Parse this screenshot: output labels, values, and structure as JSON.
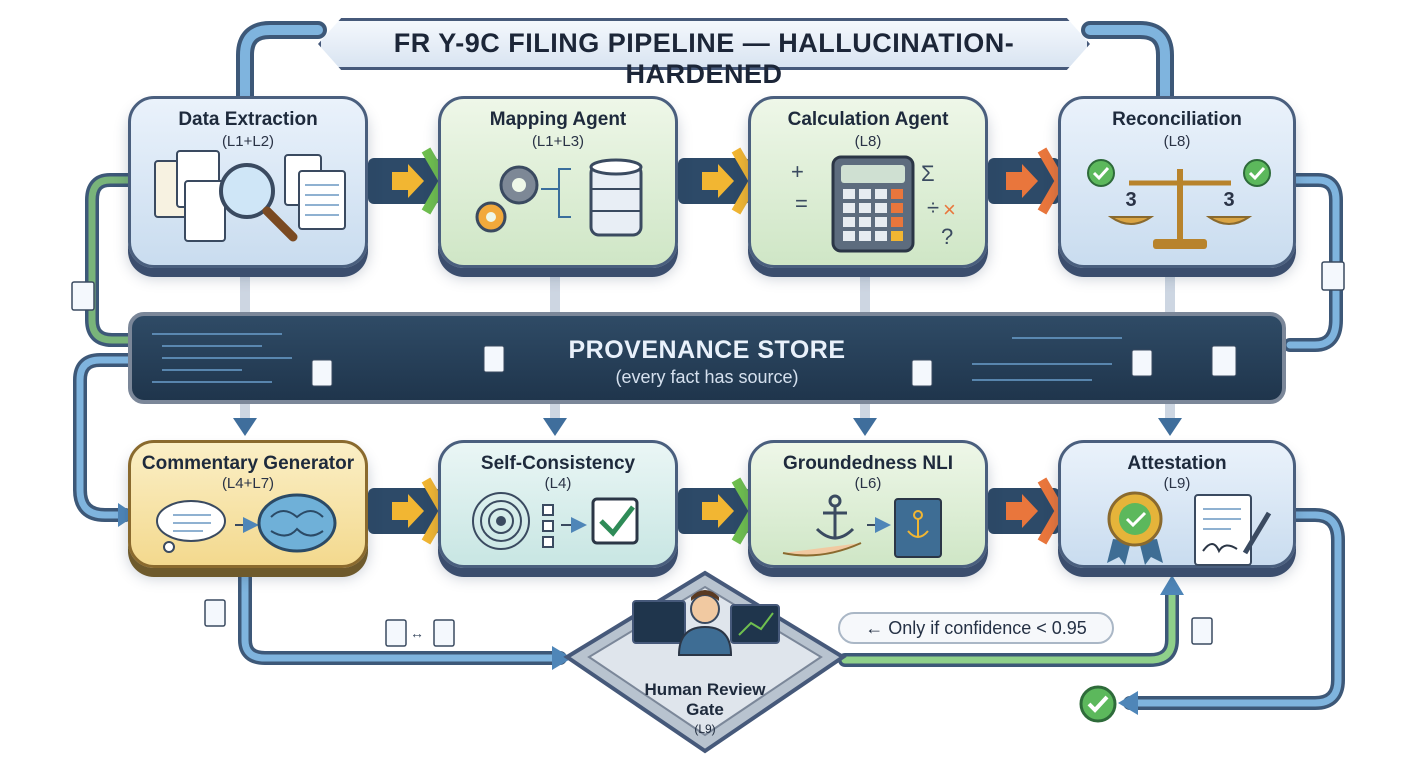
{
  "title": "FR Y-9C FILING PIPELINE — HALLUCINATION-HARDENED",
  "top_row": [
    {
      "title": "Data Extraction",
      "sub": "(L1+L2)"
    },
    {
      "title": "Mapping Agent",
      "sub": "(L1+L3)"
    },
    {
      "title": "Calculation Agent",
      "sub": "(L8)"
    },
    {
      "title": "Reconciliation",
      "sub": "(L8)"
    }
  ],
  "bottom_row": [
    {
      "title": "Commentary Generator",
      "sub": "(L4+L7)"
    },
    {
      "title": "Self-Consistency",
      "sub": "(L4)"
    },
    {
      "title": "Groundedness NLI",
      "sub": "(L6)"
    },
    {
      "title": "Attestation",
      "sub": "(L9)"
    }
  ],
  "provenance": {
    "title": "PROVENANCE STORE",
    "sub": "(every fact has source)"
  },
  "gate": {
    "title": "Human Review",
    "title2": "Gate",
    "sub": "(L9)"
  },
  "note": "← Only if confidence < 0.95",
  "reconciliation_values": [
    "3",
    "3"
  ],
  "colors": {
    "frame": "#4a5f7e",
    "store_bg": "#24405a",
    "pipe": "#5f90bb",
    "accent_check": "#2e8b57",
    "arrow_yellow": "#f2b632",
    "arrow_orange": "#e9763c",
    "arrow_green": "#6fbf4f"
  },
  "icons": [
    "document-stack-icon",
    "magnifier-icon",
    "gear-icon",
    "database-icon",
    "calculator-icon",
    "scale-icon",
    "check-circle-icon",
    "thought-bubble-icon",
    "brain-icon",
    "target-icon",
    "checkbox-icon",
    "anchor-icon",
    "book-icon",
    "medal-icon",
    "signed-document-icon",
    "operator-icon"
  ]
}
